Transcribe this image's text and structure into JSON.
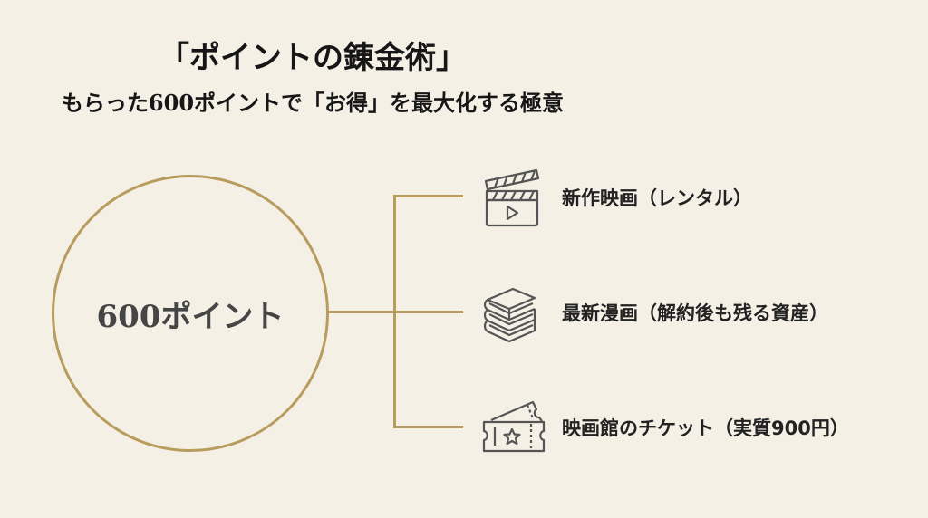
{
  "header": {
    "title": "「ポイントの錬金術」",
    "subtitle": "もらった600ポイントで「お得」を最大化する極意"
  },
  "hub": {
    "label": "600ポイント"
  },
  "branches": [
    {
      "icon": "clapperboard-icon",
      "label": "新作映画（レンタル）"
    },
    {
      "icon": "book-stack-icon",
      "label": "最新漫画（解約後も残る資産）"
    },
    {
      "icon": "movie-ticket-icon",
      "label": "映画館のチケット（実質900円）"
    }
  ],
  "colors": {
    "background": "#f4f0e6",
    "accent_line": "#b89c5e",
    "text_dark": "#161616",
    "hub_text": "#454545",
    "icon_stroke": "#555555"
  }
}
